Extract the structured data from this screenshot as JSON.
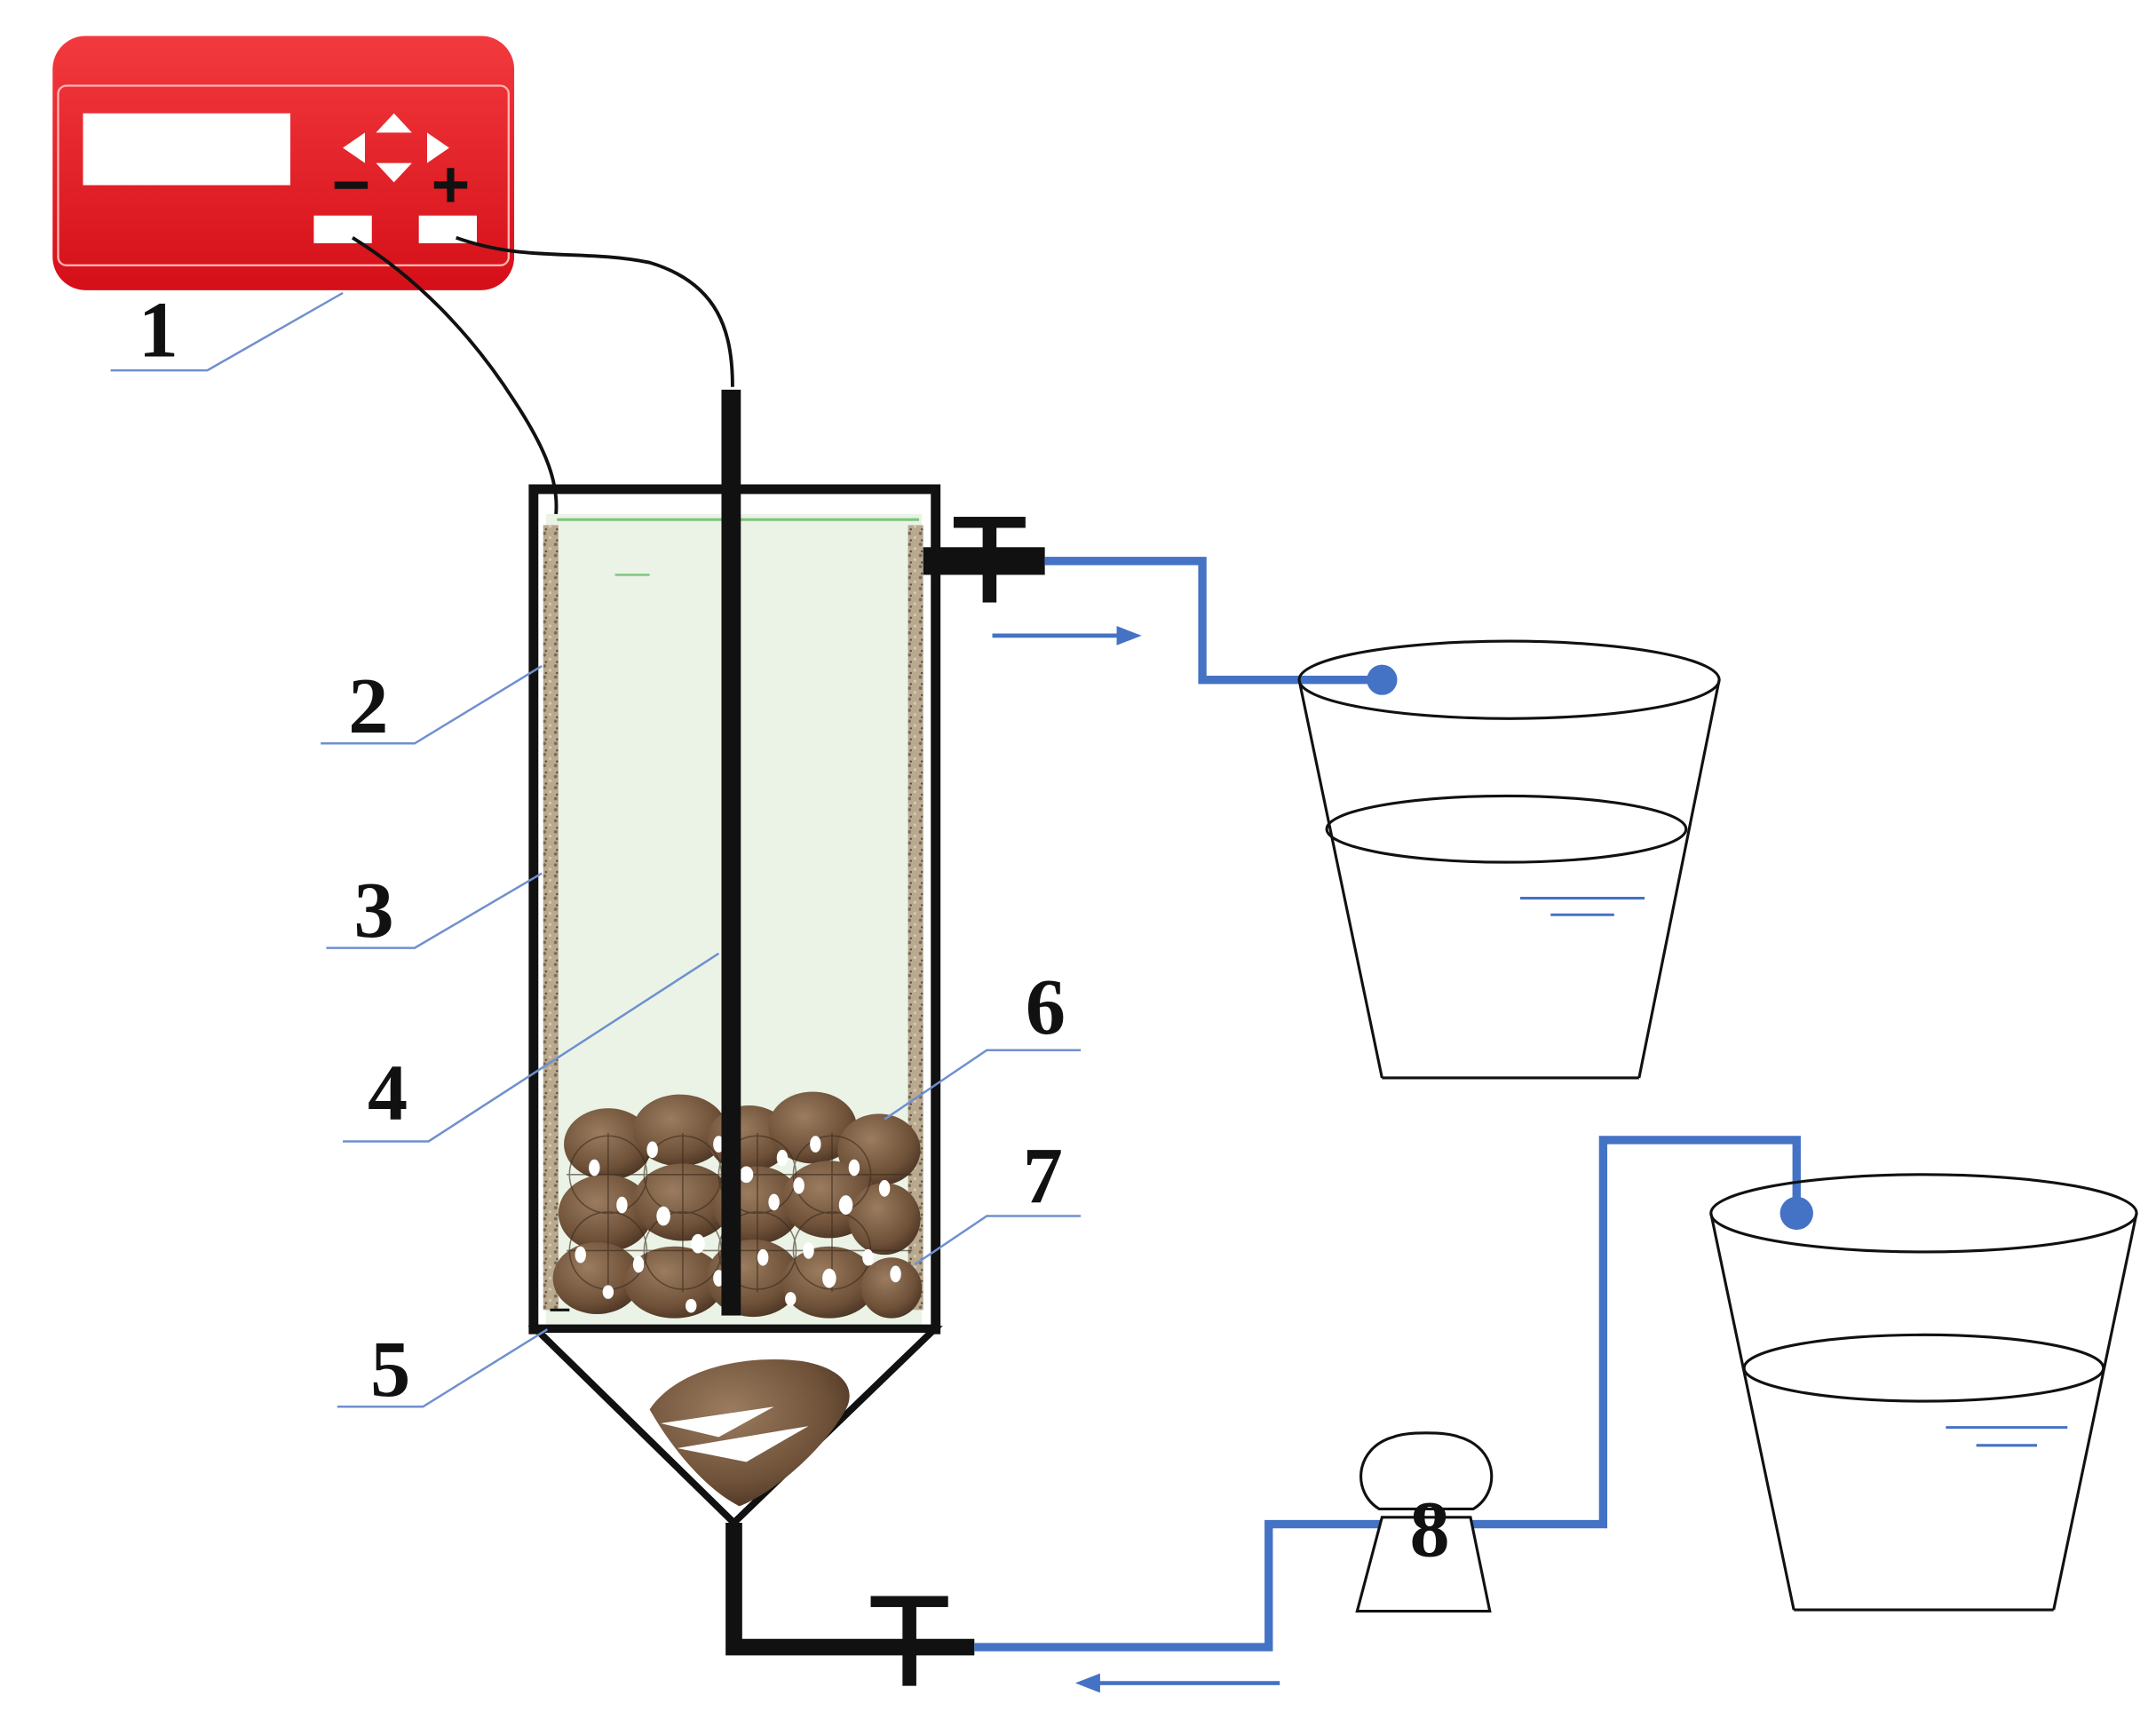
{
  "power_supply": {
    "minus_sign": "−",
    "plus_sign": "+",
    "body_color": "#e8141c"
  },
  "labels": {
    "l1": "1",
    "l2": "2",
    "l3": "3",
    "l4": "4",
    "l5": "5",
    "l6": "6",
    "l7": "7",
    "l8": "8"
  },
  "colors": {
    "pipe": "#4472c4",
    "leader": "#6f8fcf",
    "frame": "#111111",
    "liquid": "#eaf3e6"
  },
  "icons": {
    "pump": "peristaltic-pump-icon",
    "buckets": "bucket-icon",
    "valves": "valve-icon"
  }
}
